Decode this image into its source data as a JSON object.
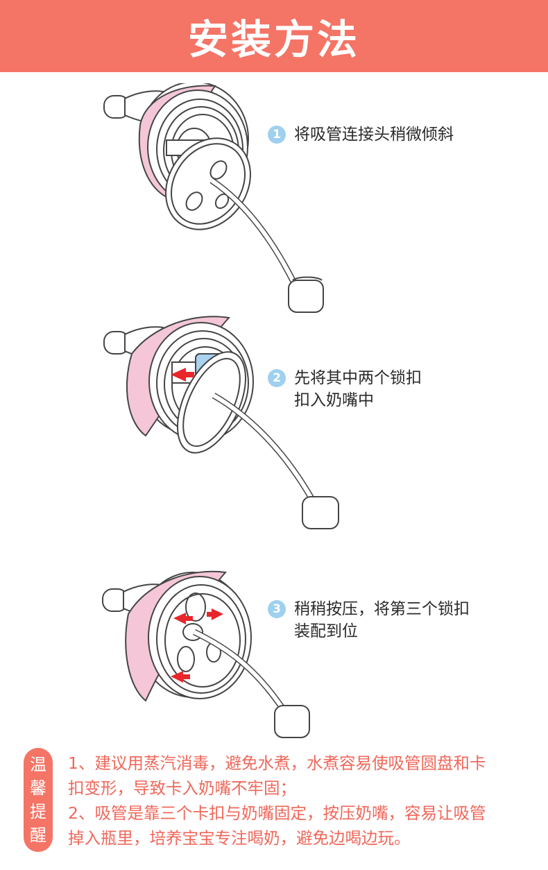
{
  "header": {
    "title": "安装方法"
  },
  "steps": [
    {
      "num": "1",
      "lines": [
        "将吸管连接头稍微倾斜"
      ]
    },
    {
      "num": "2",
      "lines": [
        "先将其中两个锁扣",
        "扣入奶嘴中"
      ]
    },
    {
      "num": "3",
      "lines": [
        "稍稍按压，将第三个锁扣",
        "装配到位"
      ]
    }
  ],
  "tips": {
    "badge": [
      "温",
      "馨",
      "提",
      "醒"
    ],
    "lines": [
      "1、建议用蒸汽消毒，避免水煮，水煮容易使吸管圆盘和卡",
      "扣变形，导致卡入奶嘴不牢固；",
      "2、吸管是靠三个卡扣与奶嘴固定，按压奶嘴，容易让吸管",
      "掉入瓶里，培养宝宝专注喝奶，避免边喝边玩。"
    ]
  },
  "colors": {
    "accent": "#f47466",
    "number_badge": "#9fd0ef",
    "pink_ring": "#f4c6d8",
    "blue_clip": "#a9d2ef",
    "arrow_red": "#e8262b",
    "tips_text": "#f0675a"
  }
}
